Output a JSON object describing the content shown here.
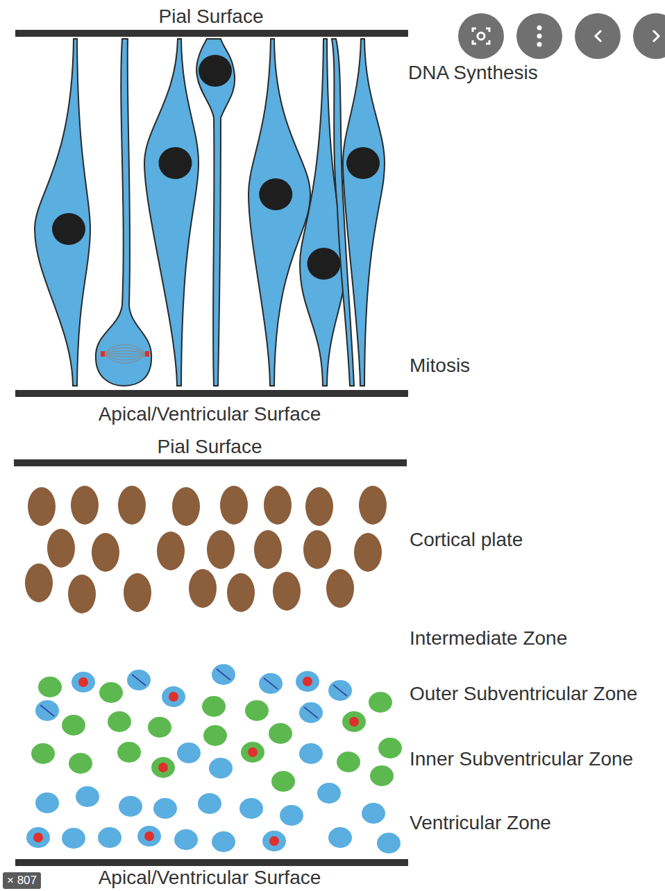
{
  "diagram": {
    "labels": [
      "Pial Surface",
      "DNA Synthesis",
      "Mitosis",
      "Apical/Ventricular Surface",
      "Pial Surface",
      "Cortical plate",
      "Intermediate Zone",
      "Outer Subventricular Zone",
      "Inner Subventricular Zone",
      "Ventricular Zone",
      "Apical/Ventricular Surface",
      "× 807"
    ]
  }
}
